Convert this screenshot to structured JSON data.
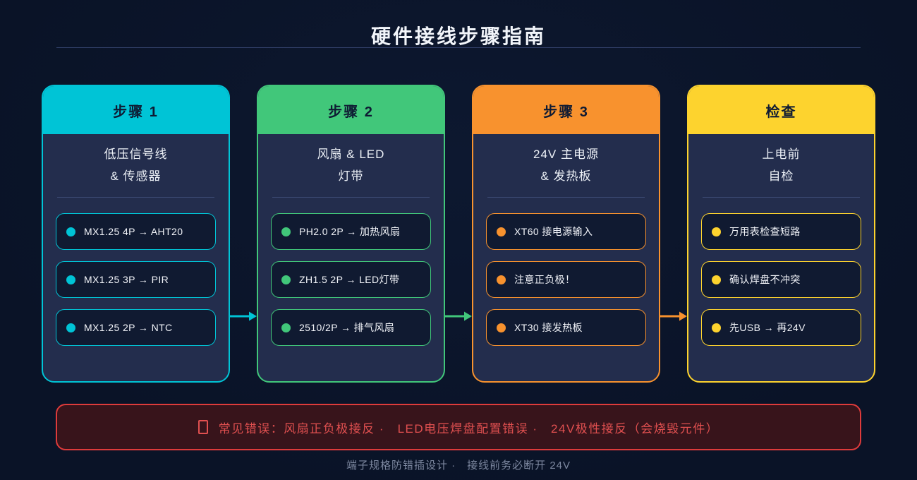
{
  "page": {
    "title": "硬件接线步骤指南",
    "background": "#0b1429"
  },
  "steps": [
    {
      "header": "步骤 1",
      "subtitle": [
        "低压信号线",
        "& 传感器"
      ],
      "accent": "#00c4d6",
      "items": [
        "MX1.25 4P → AHT20",
        "MX1.25 3P → PIR",
        "MX1.25 2P → NTC"
      ]
    },
    {
      "header": "步骤 2",
      "subtitle": [
        "风扇 & LED",
        "灯带"
      ],
      "accent": "#41c77a",
      "items": [
        "PH2.0 2P → 加热风扇",
        "ZH1.5 2P → LED灯带",
        "2510/2P → 排气风扇"
      ]
    },
    {
      "header": "步骤 3",
      "subtitle": [
        "24V 主电源",
        "& 发热板"
      ],
      "accent": "#f8922e",
      "items": [
        "XT60 接电源输入",
        "注意正负极！",
        "XT30 接发热板"
      ]
    },
    {
      "header": "检查",
      "subtitle": [
        "上电前",
        "自检"
      ],
      "accent": "#fdd32e",
      "items": [
        "万用表检查短路",
        "确认焊盘不冲突",
        "先USB → 再24V"
      ]
    }
  ],
  "warning": {
    "text": "常见错误：风扇正负极接反 ·　LED电压焊盘配置错误 ·　24V极性接反（会烧毁元件）",
    "text_color": "#e15050",
    "border_color": "#de3b3b",
    "background": "#38141b"
  },
  "footer": {
    "text": "端子规格防错插设计 ·　接线前务必断开 24V",
    "color": "#7d88a0"
  }
}
